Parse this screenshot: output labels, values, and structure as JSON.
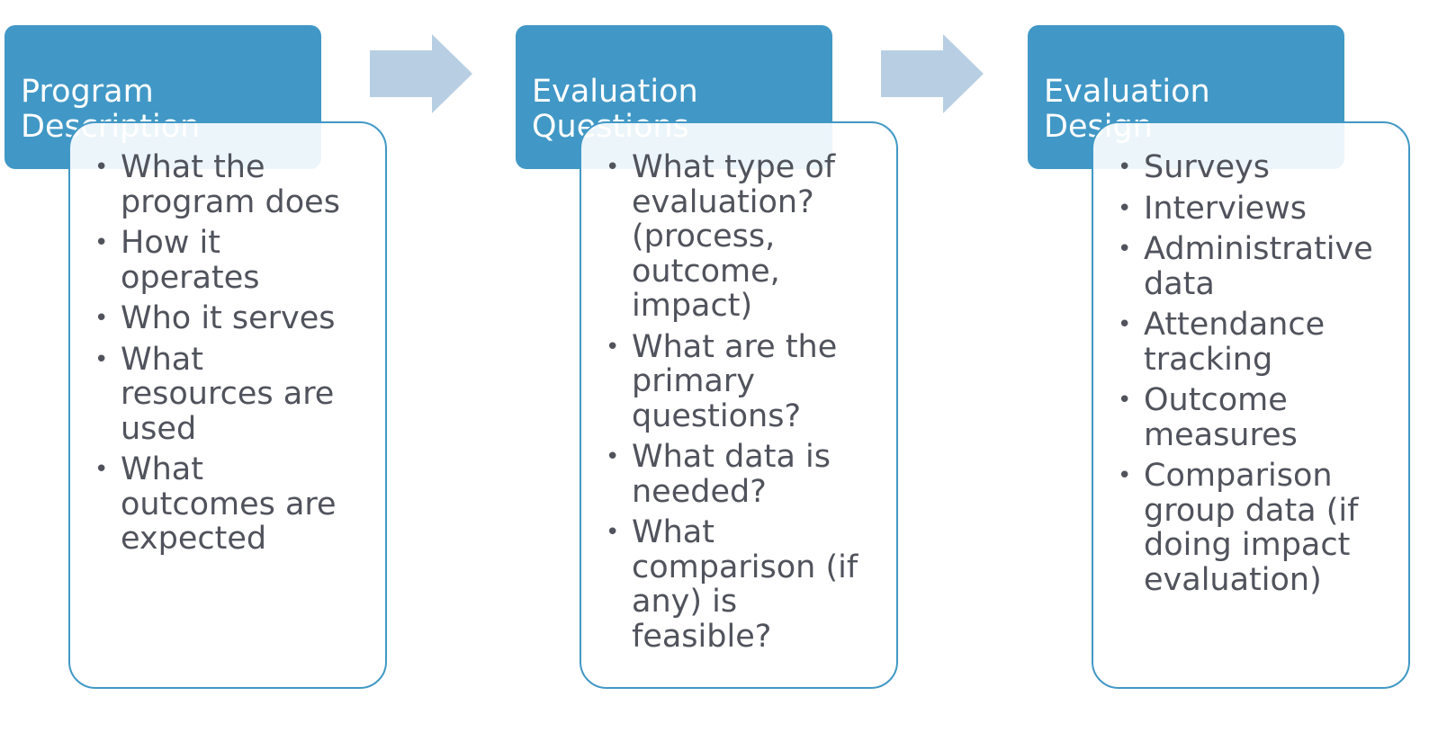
{
  "colors": {
    "header_fill": "#4198c6",
    "header_text": "#ffffff",
    "box_border": "#4198c6",
    "bullet_text": "#50535c",
    "arrow_fill": "#b8cfe3"
  },
  "steps": [
    {
      "title": "Program\nDescription",
      "items": [
        "What the\nprogram does",
        "How it\noperates",
        "Who it serves",
        "What\nresources are\nused",
        "What\noutcomes are\nexpected"
      ]
    },
    {
      "title": "Evaluation\nQuestions",
      "items": [
        "What type of\nevaluation?\n(process,\noutcome,\nimpact)",
        "What are the\nprimary\nquestions?",
        "What data is\nneeded?",
        "What\ncomparison (if\nany) is\nfeasible?"
      ]
    },
    {
      "title": "Evaluation\nDesign",
      "items": [
        "Surveys",
        "Interviews",
        "Administrative\ndata",
        "Attendance\ntracking",
        "Outcome\nmeasures",
        "Comparison\ngroup data (if\ndoing impact\nevaluation)"
      ]
    }
  ],
  "arrows": [
    {
      "icon": "right-arrow-icon"
    },
    {
      "icon": "right-arrow-icon"
    }
  ]
}
